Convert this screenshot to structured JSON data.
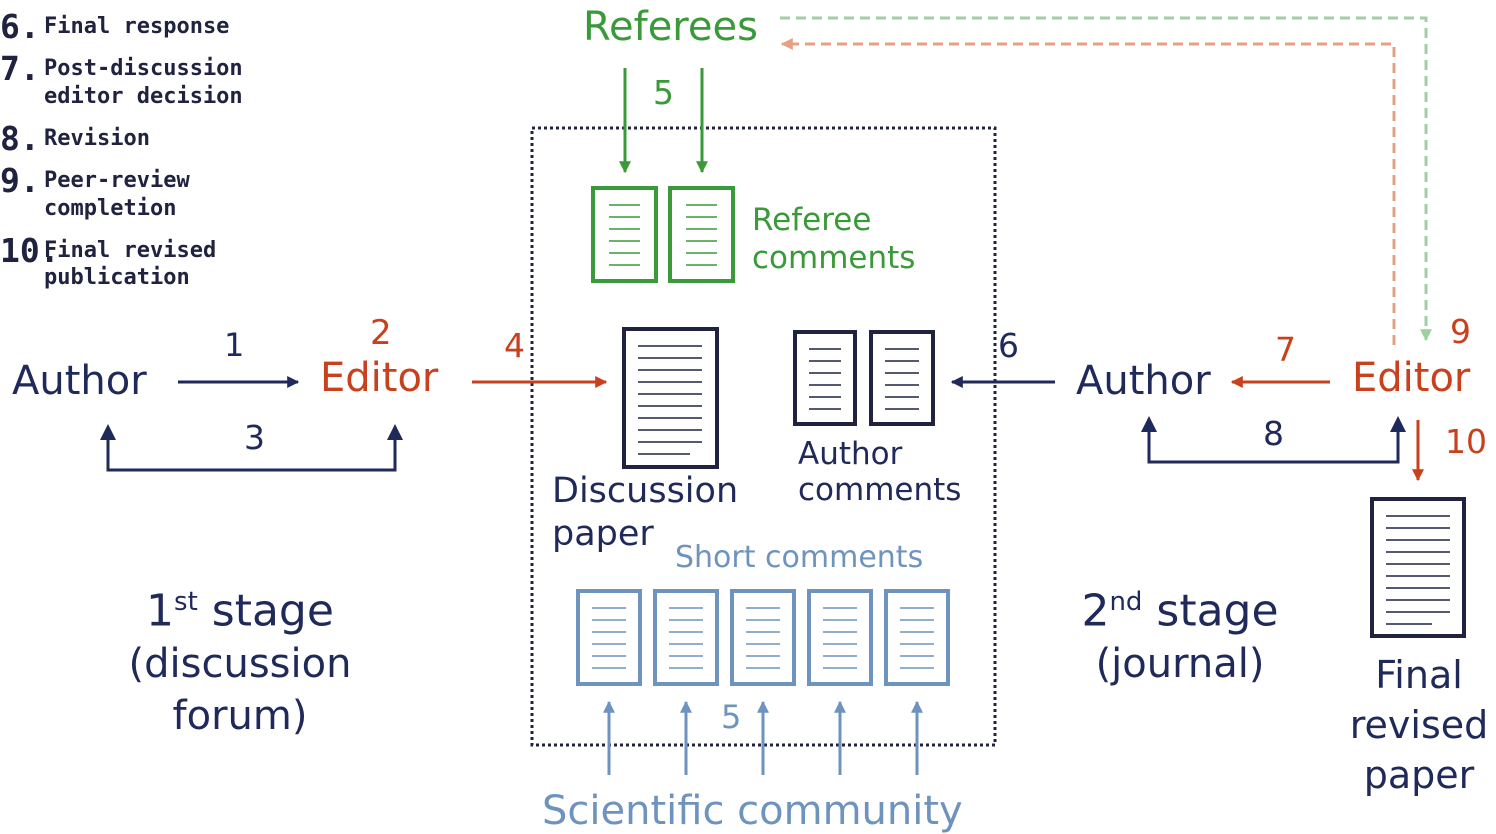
{
  "steps": [
    {
      "num": "6.",
      "text": "Final response"
    },
    {
      "num": "7.",
      "text": "Post-discussion",
      "text2": "editor decision"
    },
    {
      "num": "8.",
      "text": "Revision"
    },
    {
      "num": "9.",
      "text": "Peer-review",
      "text2": "completion"
    },
    {
      "num": "10.",
      "text": "Final revised",
      "text2": "publication"
    }
  ],
  "nodes": {
    "referees": "Referees",
    "author_left": "Author",
    "editor_left": "Editor",
    "author_right": "Author",
    "editor_right": "Editor",
    "referee_comments_1": "Referee",
    "referee_comments_2": "comments",
    "discussion_paper_1": "Discussion",
    "discussion_paper_2": "paper",
    "author_comments_1": "Author",
    "author_comments_2": "comments",
    "short_comments": "Short comments",
    "scientific_community": "Scientific community",
    "final_paper_1": "Final",
    "final_paper_2": "revised",
    "final_paper_3": "paper"
  },
  "step_labels": {
    "s1": "1",
    "s2": "2",
    "s3": "3",
    "s4": "4",
    "s5_top": "5",
    "s5_bottom": "5",
    "s6": "6",
    "s7": "7",
    "s8": "8",
    "s9": "9",
    "s10": "10"
  },
  "stages": {
    "first_num": "1",
    "first_sup": "st",
    "first_word": "stage",
    "first_sub1": "(discussion",
    "first_sub2": "forum)",
    "second_num": "2",
    "second_sup": "nd",
    "second_word": "stage",
    "second_sub": "(journal)"
  },
  "colors": {
    "navy": "#1f2a5a",
    "red": "#c8401c",
    "green": "#3a9a3a",
    "blue": "#6f93bf",
    "dashed_red": "#e6a085",
    "dashed_green": "#9fd19f"
  }
}
